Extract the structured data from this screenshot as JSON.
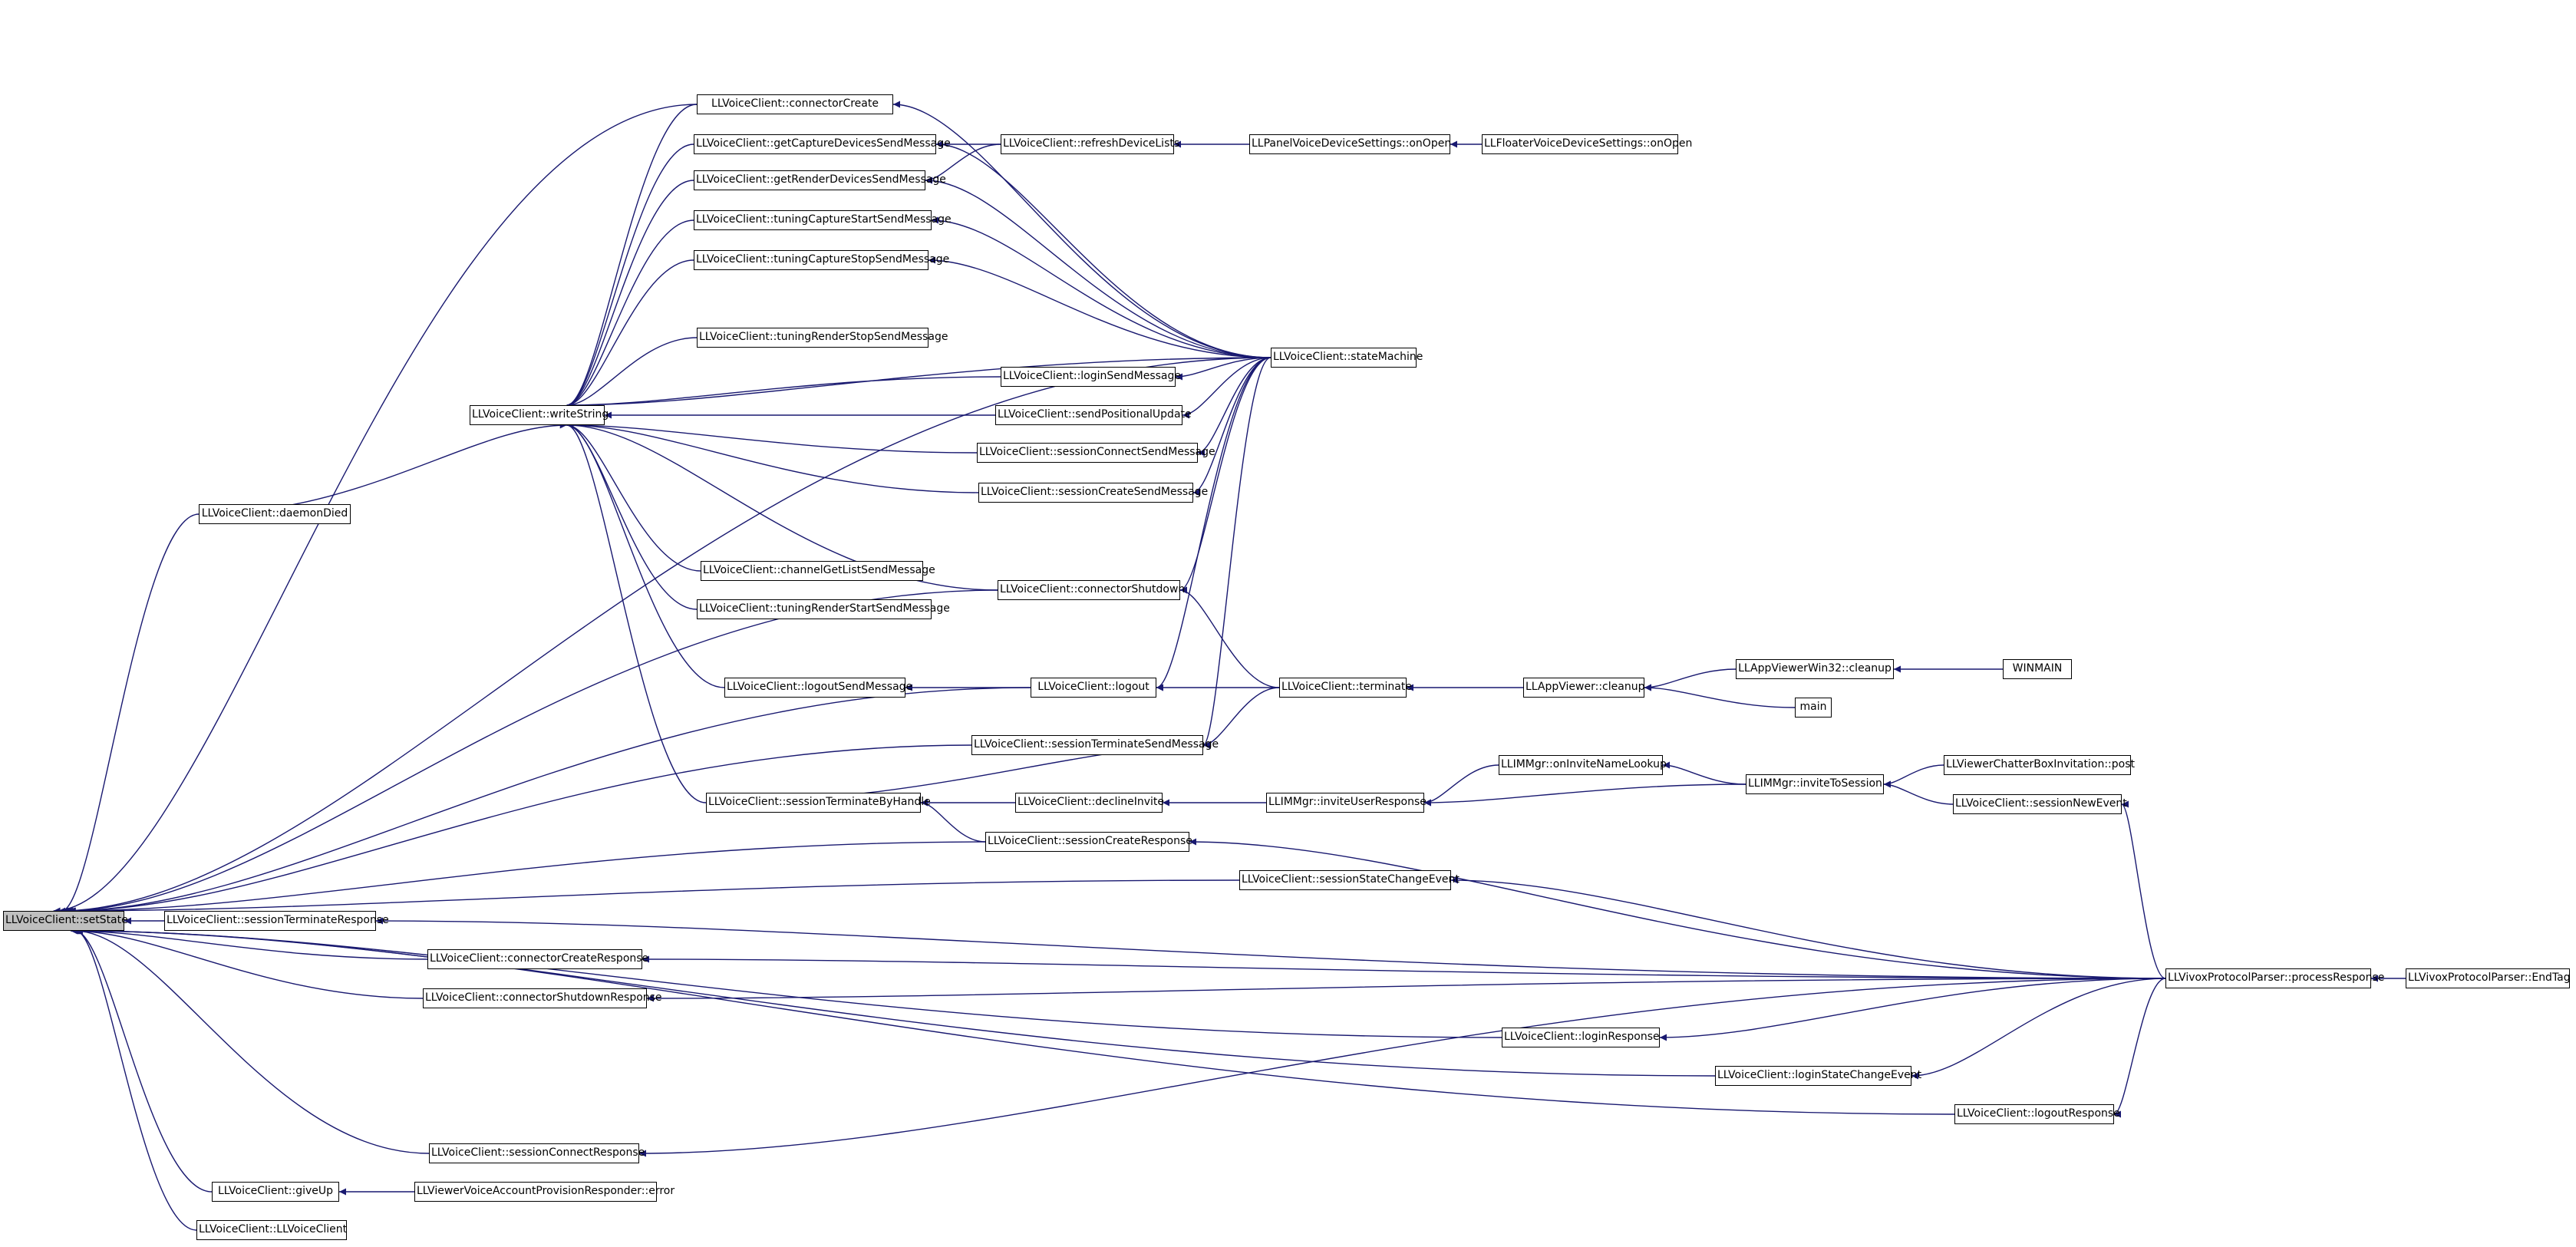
{
  "colors": {
    "edge": "#191970",
    "node_border": "#000000",
    "root_fill": "#bfbfbf",
    "node_fill": "#ffffff"
  },
  "nodes": [
    {
      "id": "setState",
      "label": "LLVoiceClient::setState"
    },
    {
      "id": "connectorCreate",
      "label": "LLVoiceClient::connectorCreate"
    },
    {
      "id": "getCaptureDevicesSendMessage",
      "label": "LLVoiceClient::getCaptureDevicesSendMessage"
    },
    {
      "id": "getRenderDevicesSendMessage",
      "label": "LLVoiceClient::getRenderDevicesSendMessage"
    },
    {
      "id": "tuningCaptureStartSendMessage",
      "label": "LLVoiceClient::tuningCaptureStartSendMessage"
    },
    {
      "id": "tuningCaptureStopSendMessage",
      "label": "LLVoiceClient::tuningCaptureStopSendMessage"
    },
    {
      "id": "tuningRenderStopSendMessage",
      "label": "LLVoiceClient::tuningRenderStopSendMessage"
    },
    {
      "id": "refreshDeviceLists",
      "label": "LLVoiceClient::refreshDeviceLists"
    },
    {
      "id": "panelOnOpen",
      "label": "LLPanelVoiceDeviceSettings::onOpen"
    },
    {
      "id": "floaterOnOpen",
      "label": "LLFloaterVoiceDeviceSettings::onOpen"
    },
    {
      "id": "stateMachine",
      "label": "LLVoiceClient::stateMachine"
    },
    {
      "id": "writeString",
      "label": "LLVoiceClient::writeString"
    },
    {
      "id": "loginSendMessage",
      "label": "LLVoiceClient::loginSendMessage"
    },
    {
      "id": "sendPositionalUpdate",
      "label": "LLVoiceClient::sendPositionalUpdate"
    },
    {
      "id": "sessionConnectSendMessage",
      "label": "LLVoiceClient::sessionConnectSendMessage"
    },
    {
      "id": "sessionCreateSendMessage",
      "label": "LLVoiceClient::sessionCreateSendMessage"
    },
    {
      "id": "daemonDied",
      "label": "LLVoiceClient::daemonDied"
    },
    {
      "id": "channelGetListSendMessage",
      "label": "LLVoiceClient::channelGetListSendMessage"
    },
    {
      "id": "connectorShutdown",
      "label": "LLVoiceClient::connectorShutdown"
    },
    {
      "id": "tuningRenderStartSendMessage",
      "label": "LLVoiceClient::tuningRenderStartSendMessage"
    },
    {
      "id": "logoutSendMessage",
      "label": "LLVoiceClient::logoutSendMessage"
    },
    {
      "id": "logout",
      "label": "LLVoiceClient::logout"
    },
    {
      "id": "terminate",
      "label": "LLVoiceClient::terminate"
    },
    {
      "id": "appViewerCleanup",
      "label": "LLAppViewer::cleanup"
    },
    {
      "id": "appViewerWin32Cleanup",
      "label": "LLAppViewerWin32::cleanup"
    },
    {
      "id": "winmain",
      "label": "WINMAIN"
    },
    {
      "id": "main",
      "label": "main"
    },
    {
      "id": "sessionTerminateSendMessage",
      "label": "LLVoiceClient::sessionTerminateSendMessage"
    },
    {
      "id": "sessionTerminateByHandle",
      "label": "LLVoiceClient::sessionTerminateByHandle"
    },
    {
      "id": "declineInvite",
      "label": "LLVoiceClient::declineInvite"
    },
    {
      "id": "inviteUserResponse",
      "label": "LLIMMgr::inviteUserResponse"
    },
    {
      "id": "onInviteNameLookup",
      "label": "LLIMMgr::onInviteNameLookup"
    },
    {
      "id": "inviteToSession",
      "label": "LLIMMgr::inviteToSession"
    },
    {
      "id": "chatterBoxPost",
      "label": "LLViewerChatterBoxInvitation::post"
    },
    {
      "id": "sessionNewEvent",
      "label": "LLVoiceClient::sessionNewEvent"
    },
    {
      "id": "sessionCreateResponse",
      "label": "LLVoiceClient::sessionCreateResponse"
    },
    {
      "id": "sessionStateChangeEvent",
      "label": "LLVoiceClient::sessionStateChangeEvent"
    },
    {
      "id": "sessionTerminateResponse",
      "label": "LLVoiceClient::sessionTerminateResponse"
    },
    {
      "id": "connectorCreateResponse",
      "label": "LLVoiceClient::connectorCreateResponse"
    },
    {
      "id": "processResponse",
      "label": "LLVivoxProtocolParser::processResponse"
    },
    {
      "id": "endTag",
      "label": "LLVivoxProtocolParser::EndTag"
    },
    {
      "id": "connectorShutdownResponse",
      "label": "LLVoiceClient::connectorShutdownResponse"
    },
    {
      "id": "loginResponse",
      "label": "LLVoiceClient::loginResponse"
    },
    {
      "id": "loginStateChangeEvent",
      "label": "LLVoiceClient::loginStateChangeEvent"
    },
    {
      "id": "logoutResponse",
      "label": "LLVoiceClient::logoutResponse"
    },
    {
      "id": "sessionConnectResponse",
      "label": "LLVoiceClient::sessionConnectResponse"
    },
    {
      "id": "giveUp",
      "label": "LLVoiceClient::giveUp"
    },
    {
      "id": "provisionError",
      "label": "LLViewerVoiceAccountProvisionResponder::error"
    },
    {
      "id": "llVoiceClient",
      "label": "LLVoiceClient::LLVoiceClient"
    }
  ],
  "edges": [
    [
      "connectorCreate",
      "setState"
    ],
    [
      "stateMachine",
      "setState"
    ],
    [
      "daemonDied",
      "setState"
    ],
    [
      "connectorShutdown",
      "setState"
    ],
    [
      "logout",
      "setState"
    ],
    [
      "sessionTerminateSendMessage",
      "setState"
    ],
    [
      "sessionCreateResponse",
      "setState"
    ],
    [
      "sessionStateChangeEvent",
      "setState"
    ],
    [
      "sessionTerminateResponse",
      "setState"
    ],
    [
      "connectorCreateResponse",
      "setState"
    ],
    [
      "connectorShutdownResponse",
      "setState"
    ],
    [
      "loginResponse",
      "setState"
    ],
    [
      "loginStateChangeEvent",
      "setState"
    ],
    [
      "logoutResponse",
      "setState"
    ],
    [
      "sessionConnectResponse",
      "setState"
    ],
    [
      "giveUp",
      "setState"
    ],
    [
      "llVoiceClient",
      "setState"
    ],
    [
      "daemonDied",
      "writeString"
    ],
    [
      "connectorCreate",
      "writeString"
    ],
    [
      "getCaptureDevicesSendMessage",
      "writeString"
    ],
    [
      "getRenderDevicesSendMessage",
      "writeString"
    ],
    [
      "tuningCaptureStartSendMessage",
      "writeString"
    ],
    [
      "tuningCaptureStopSendMessage",
      "writeString"
    ],
    [
      "tuningRenderStopSendMessage",
      "writeString"
    ],
    [
      "stateMachine",
      "writeString"
    ],
    [
      "loginSendMessage",
      "writeString"
    ],
    [
      "sendPositionalUpdate",
      "writeString"
    ],
    [
      "sessionConnectSendMessage",
      "writeString"
    ],
    [
      "sessionCreateSendMessage",
      "writeString"
    ],
    [
      "connectorShutdown",
      "writeString"
    ],
    [
      "channelGetListSendMessage",
      "writeString"
    ],
    [
      "tuningRenderStartSendMessage",
      "writeString"
    ],
    [
      "logoutSendMessage",
      "writeString"
    ],
    [
      "sessionTerminateByHandle",
      "writeString"
    ],
    [
      "stateMachine",
      "connectorCreate"
    ],
    [
      "refreshDeviceLists",
      "getCaptureDevicesSendMessage"
    ],
    [
      "stateMachine",
      "getCaptureDevicesSendMessage"
    ],
    [
      "refreshDeviceLists",
      "getRenderDevicesSendMessage"
    ],
    [
      "stateMachine",
      "getRenderDevicesSendMessage"
    ],
    [
      "stateMachine",
      "tuningCaptureStartSendMessage"
    ],
    [
      "stateMachine",
      "tuningCaptureStopSendMessage"
    ],
    [
      "panelOnOpen",
      "refreshDeviceLists"
    ],
    [
      "floaterOnOpen",
      "panelOnOpen"
    ],
    [
      "stateMachine",
      "loginSendMessage"
    ],
    [
      "stateMachine",
      "sendPositionalUpdate"
    ],
    [
      "stateMachine",
      "sessionConnectSendMessage"
    ],
    [
      "stateMachine",
      "sessionCreateSendMessage"
    ],
    [
      "stateMachine",
      "connectorShutdown"
    ],
    [
      "terminate",
      "connectorShutdown"
    ],
    [
      "logout",
      "logoutSendMessage"
    ],
    [
      "stateMachine",
      "logout"
    ],
    [
      "terminate",
      "logout"
    ],
    [
      "appViewerCleanup",
      "terminate"
    ],
    [
      "appViewerWin32Cleanup",
      "appViewerCleanup"
    ],
    [
      "main",
      "appViewerCleanup"
    ],
    [
      "winmain",
      "appViewerWin32Cleanup"
    ],
    [
      "stateMachine",
      "sessionTerminateSendMessage"
    ],
    [
      "terminate",
      "sessionTerminateSendMessage"
    ],
    [
      "sessionTerminateByHandle",
      "sessionTerminateSendMessage"
    ],
    [
      "declineInvite",
      "sessionTerminateByHandle"
    ],
    [
      "sessionCreateResponse",
      "sessionTerminateByHandle"
    ],
    [
      "inviteUserResponse",
      "declineInvite"
    ],
    [
      "onInviteNameLookup",
      "inviteUserResponse"
    ],
    [
      "inviteToSession",
      "inviteUserResponse"
    ],
    [
      "inviteToSession",
      "onInviteNameLookup"
    ],
    [
      "chatterBoxPost",
      "inviteToSession"
    ],
    [
      "sessionNewEvent",
      "inviteToSession"
    ],
    [
      "processResponse",
      "sessionNewEvent"
    ],
    [
      "processResponse",
      "sessionCreateResponse"
    ],
    [
      "processResponse",
      "sessionStateChangeEvent"
    ],
    [
      "processResponse",
      "sessionTerminateResponse"
    ],
    [
      "processResponse",
      "connectorCreateResponse"
    ],
    [
      "processResponse",
      "connectorShutdownResponse"
    ],
    [
      "processResponse",
      "loginResponse"
    ],
    [
      "processResponse",
      "loginStateChangeEvent"
    ],
    [
      "processResponse",
      "logoutResponse"
    ],
    [
      "processResponse",
      "sessionConnectResponse"
    ],
    [
      "endTag",
      "processResponse"
    ],
    [
      "provisionError",
      "giveUp"
    ]
  ]
}
